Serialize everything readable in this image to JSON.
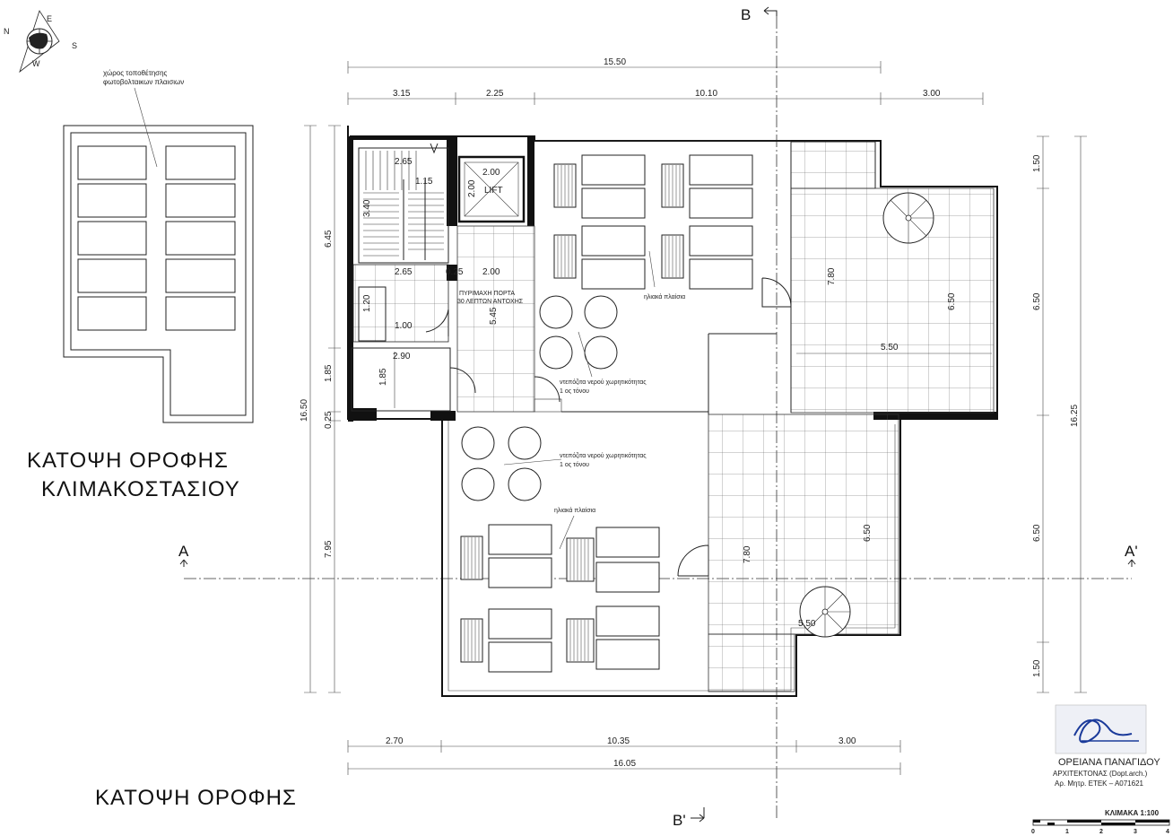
{
  "section_labels": {
    "b_top": "B",
    "b_bottom": "B'",
    "a_left": "A",
    "a_right": "A'"
  },
  "compass": {
    "letters": [
      "N",
      "E",
      "S",
      "W"
    ]
  },
  "staircase_roof": {
    "title_line1": "ΚΑΤΟΨΗ   ΟΡΟΦΗΣ",
    "title_line2": "ΚΛΙΜΑΚΟΣΤΑΣΙΟΥ",
    "note_line1": "χώρος τοποθέτησης",
    "note_line2": "φωτοβολταικων πλαισιων"
  },
  "roof_plan": {
    "title": "ΚΑΤΟΨΗ   ΟΡΟΦΗΣ"
  },
  "dimensions": {
    "top_total": "15.50",
    "top_parts": [
      "3.15",
      "2.25",
      "10.10",
      "3.00"
    ],
    "bottom_parts": [
      "2.70",
      "10.35",
      "3.00"
    ],
    "bottom_total": "16.05",
    "left_total": "16.50",
    "left_parts": [
      "6.45",
      "1.85",
      "0.25",
      "7.95"
    ],
    "right_total": "16.25",
    "right_parts": [
      "1.50",
      "6.50",
      "6.50",
      "1.50"
    ],
    "interior": [
      "2.65",
      "1.15",
      "3.40",
      "2.00",
      "2.00",
      "2.65",
      "0.25",
      "2.00",
      "1.20",
      "1.00",
      "5.45",
      "2.90",
      "1.85",
      "7.80",
      "6.50",
      "5.50",
      "7.80",
      "6.50",
      "5.50"
    ]
  },
  "annotations": {
    "lift": "LIFT",
    "fire_door_line1": "ΠΥΡΙΜΑΧΗ ΠΟΡΤΑ",
    "fire_door_line2": "30 ΛΕΠΤΩΝ ΑΝΤΟΧΗΣ",
    "solar_panels_1": "ηλιακά πλαίσια",
    "water_tanks_1_line1": "ντεπόζιτα νερού χωρητικότητας",
    "water_tanks_1_line2": "1 ος τόνου",
    "water_tanks_2_line1": "ντεπόζιτα νερού χωρητικότητας",
    "water_tanks_2_line2": "1 ος τόνου",
    "solar_panels_2": "ηλιακά πλαίσια"
  },
  "signature_block": {
    "name": "ΟΡΕΙΑΝΑ ΠΑΝΑΓΙΔΟΥ",
    "title": "ΑΡΧΙΤΕΚΤΟΝΑΣ (Dopt.arch.)",
    "registration": "Αρ. Μητρ. ΕΤΕΚ – Α071621"
  },
  "scale": {
    "label": "ΚΛΙΜΑΚΑ  1:100",
    "ticks": [
      "0",
      "1",
      "2",
      "3",
      "4"
    ]
  }
}
